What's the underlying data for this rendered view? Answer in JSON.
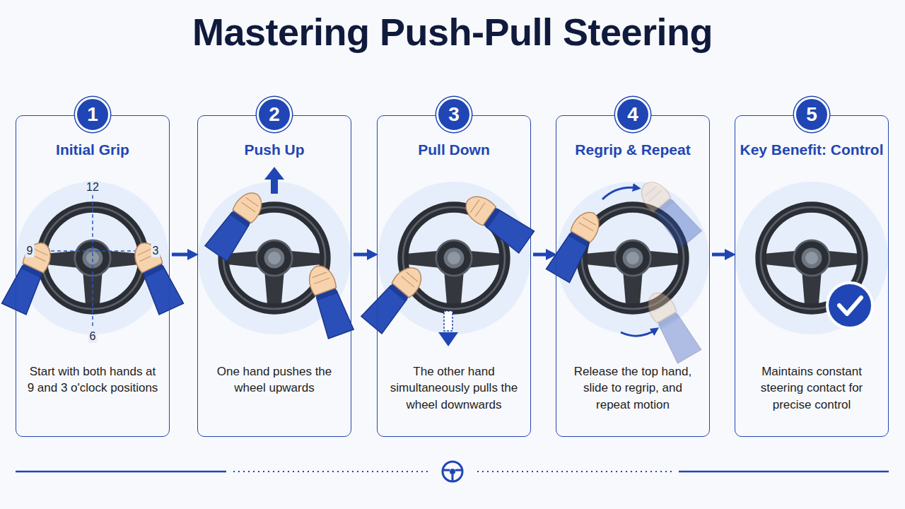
{
  "diagram": {
    "title": "Mastering Push-Pull Steering",
    "nodes": [
      {
        "text": [
          "Initial Grip",
          "Start with both hands at 9 and 3 o'clock positions"
        ]
      },
      {
        "text": [
          "1"
        ],
        "in": 0
      },
      {
        "text": [
          "Push Up",
          "One hand pushes the wheel upwards"
        ]
      },
      {
        "text": [
          "2"
        ],
        "in": 2
      },
      {
        "text": [
          "Pull Down",
          "The other hand simultaneously pulls the wheel downwards"
        ]
      },
      {
        "text": [
          "3"
        ],
        "in": 4
      },
      {
        "text": [
          "Regrip & Repeat",
          "Release the top hand, slide to regrip, and repeat motion"
        ]
      },
      {
        "text": [
          "4"
        ],
        "in": 6
      },
      {
        "text": [
          "Key Benefit: Control",
          "Maintains constant steering contact for precise control"
        ]
      },
      {
        "text": [
          "5"
        ],
        "in": 8
      }
    ],
    "edges": [
      {
        "from": 0,
        "to": 2,
        "arrow": "to"
      },
      {
        "from": 2,
        "to": 4,
        "arrow": "to"
      },
      {
        "from": 4,
        "to": 6,
        "arrow": "to"
      },
      {
        "from": 6,
        "to": 8,
        "arrow": "to"
      }
    ],
    "labels": [
      "12",
      "9",
      "3",
      "6"
    ]
  }
}
